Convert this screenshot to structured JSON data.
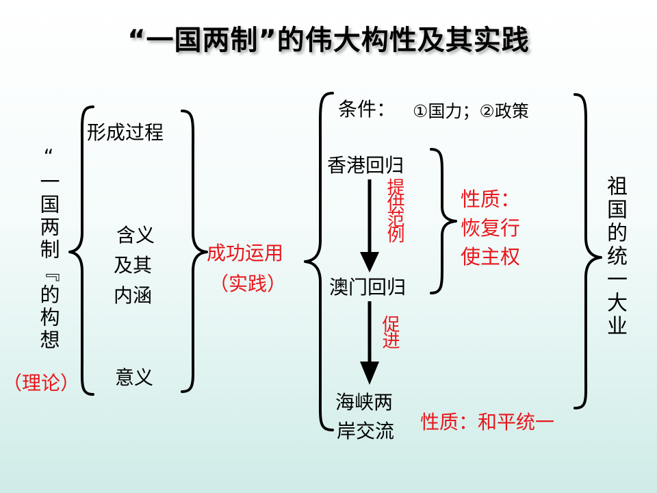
{
  "title": "“一国两制”的伟大构性及其实践",
  "theory": {
    "label": "“一国两制『的构想",
    "note": "（理论）"
  },
  "left_items": {
    "formation": "形成过程",
    "meaning_line1": "含义",
    "meaning_line2": "及其",
    "meaning_line3": "内涵",
    "significance": "意义"
  },
  "application": {
    "line1": "成功运用",
    "line2": "（实践）"
  },
  "conditions": {
    "label": "条件：",
    "items": "①国力；②政策"
  },
  "hong_kong": "香港回归",
  "macau": "澳门回归",
  "strait": {
    "line1": "海峡两",
    "line2": "岸交流"
  },
  "arrow1_label": "提供范例",
  "arrow2_label": "促进",
  "nature1": {
    "line1": "性质：",
    "line2": "恢复行",
    "line3": "使主权"
  },
  "nature2": "性质：和平统一",
  "reunification": "祖国的统一大业",
  "colors": {
    "accent_red": "#e8161b",
    "text": "#000000"
  }
}
